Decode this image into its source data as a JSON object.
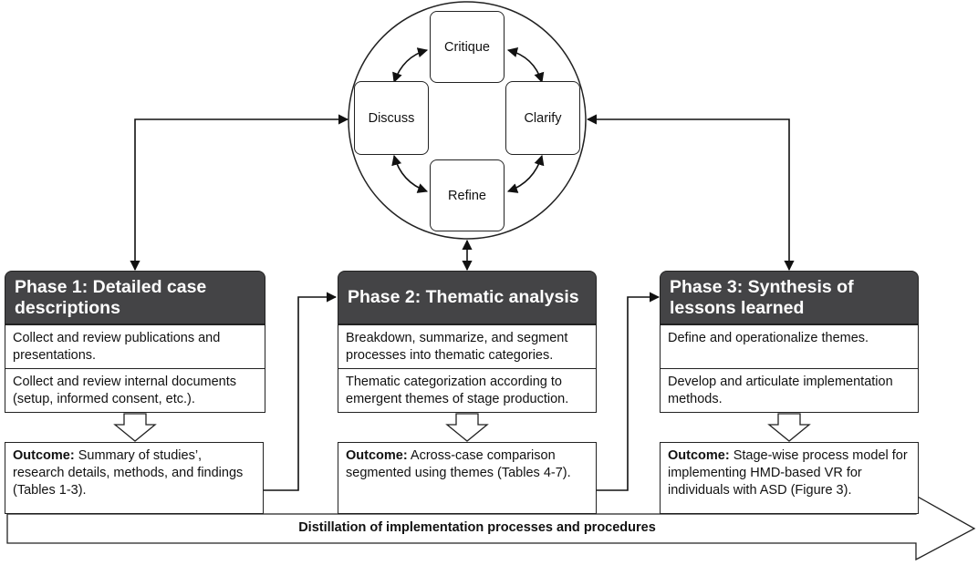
{
  "cycle": {
    "nodes": {
      "critique": "Critique",
      "discuss": "Discuss",
      "clarify": "Clarify",
      "refine": "Refine"
    }
  },
  "phases": [
    {
      "title": "Phase 1: Detailed case descriptions",
      "steps": [
        "Collect and review publications and presentations.",
        "Collect and review internal documents (setup, informed consent, etc.)."
      ],
      "outcome_label": "Outcome:",
      "outcome_text": "Summary of studies’, research details, methods, and findings (Tables 1-3)."
    },
    {
      "title": "Phase 2: Thematic analysis",
      "steps": [
        "Breakdown, summarize, and segment processes into thematic categories.",
        "Thematic categorization according to emergent themes of stage production."
      ],
      "outcome_label": "Outcome:",
      "outcome_text": "Across-case comparison segmented using themes (Tables 4-7)."
    },
    {
      "title": "Phase 3: Synthesis of lessons learned",
      "steps": [
        "Define and operationalize themes.",
        "Develop and articulate implementation methods."
      ],
      "outcome_label": "Outcome:",
      "outcome_text": "Stage-wise process model for implementing HMD-based VR for individuals with ASD (Figure 3)."
    }
  ],
  "bottom_arrow": {
    "label": "Distillation of implementation processes and procedures"
  },
  "colors": {
    "header_bg": "#444446",
    "header_text": "#ffffff",
    "stroke": "#222222"
  }
}
